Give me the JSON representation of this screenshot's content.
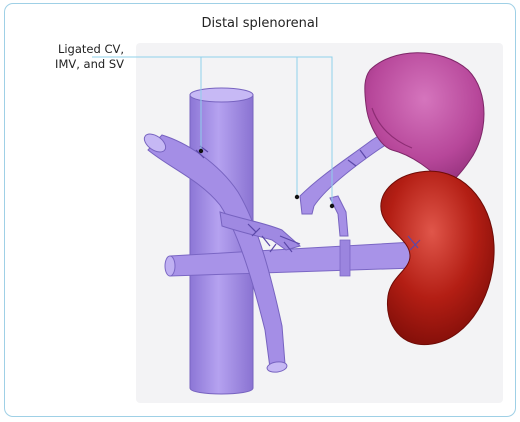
{
  "diagram": {
    "title": "Distal splenorenal",
    "callout": {
      "lines": [
        "Ligated CV,",
        "IMV, and SV"
      ]
    },
    "colors": {
      "frame_border": "#9fd0e6",
      "vein": "#a68fe6",
      "vein_dark": "#7e68c6",
      "spleen": "#b9479c",
      "kidney": "#a5170f",
      "leader_line": "#8fd0ea"
    }
  }
}
